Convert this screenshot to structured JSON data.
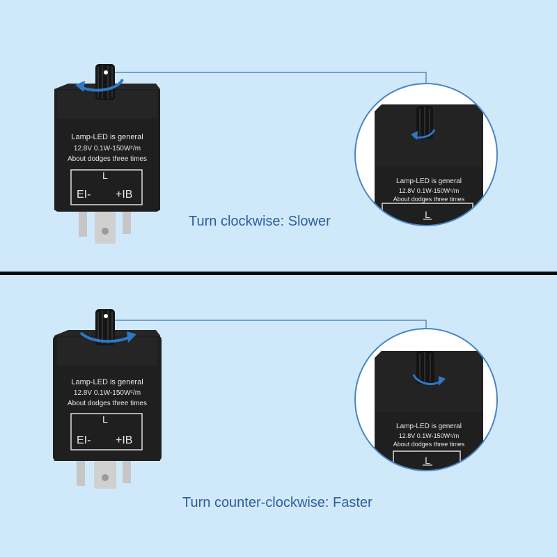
{
  "relay_label": {
    "line1": "Lamp-LED is general",
    "line2": "12.8V 0.1W-150Wᶜ/m",
    "line3": "About dodges three times",
    "terminal_l": "L",
    "terminal_ei": "EI-",
    "terminal_ib": "+IB"
  },
  "panels": {
    "top": {
      "caption": "Turn clockwise: Slower"
    },
    "bottom": {
      "caption": "Turn counter-clockwise: Faster"
    }
  },
  "colors": {
    "background": "#cfe9fa",
    "caption": "#2f5d9c",
    "arrow": "#2f78c8",
    "relay_body": "#1e1e1e",
    "divider": "#0b0b0b"
  }
}
